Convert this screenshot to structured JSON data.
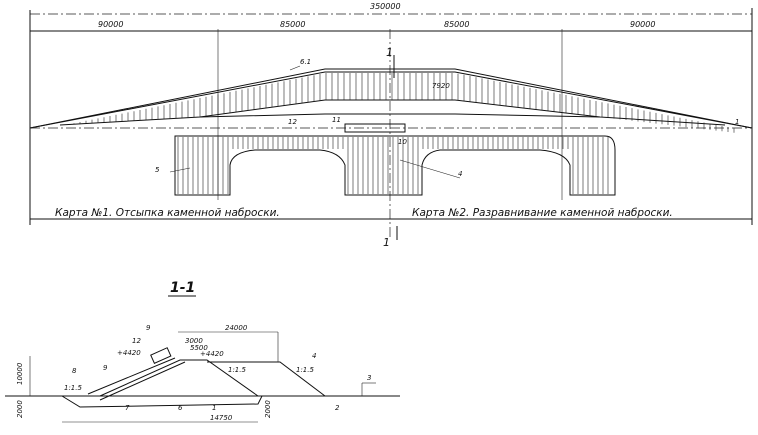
{
  "plan": {
    "overall_dimension": "350000",
    "segment_dimensions": [
      "90000",
      "85000",
      "85000",
      "90000"
    ],
    "section_mark": "1",
    "caption_left": "Карта №1. Отсыпка каменной наброски.",
    "caption_right": "Карта №2. Разравнивание каменной наброски.",
    "callouts": [
      "6.1",
      "5",
      "4",
      "1",
      "12",
      "11",
      "10",
      "7920"
    ]
  },
  "section": {
    "title": "1-1",
    "dimensions": [
      "24000",
      "3000",
      "14750",
      "10000",
      "2000",
      "2000",
      "5500"
    ],
    "elevations": [
      "+4420",
      "+4420"
    ],
    "callouts": [
      "9",
      "12",
      "9",
      "8",
      "4",
      "3",
      "7",
      "6",
      "1",
      "2"
    ],
    "slopes": [
      "1:1.5",
      "1:1.5",
      "1:1.5"
    ]
  }
}
